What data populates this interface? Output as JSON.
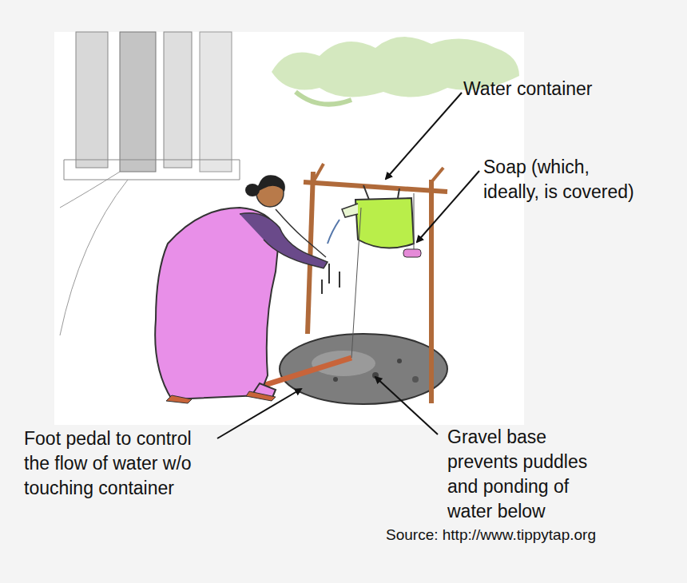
{
  "diagram": {
    "labels": [
      "Water container",
      "Soap (which, ideally, is covered)",
      "Foot pedal to control the flow of water w/o touching container",
      "Gravel base prevents puddles and ponding of water below",
      "Source: http://www.tippytap.org"
    ]
  }
}
